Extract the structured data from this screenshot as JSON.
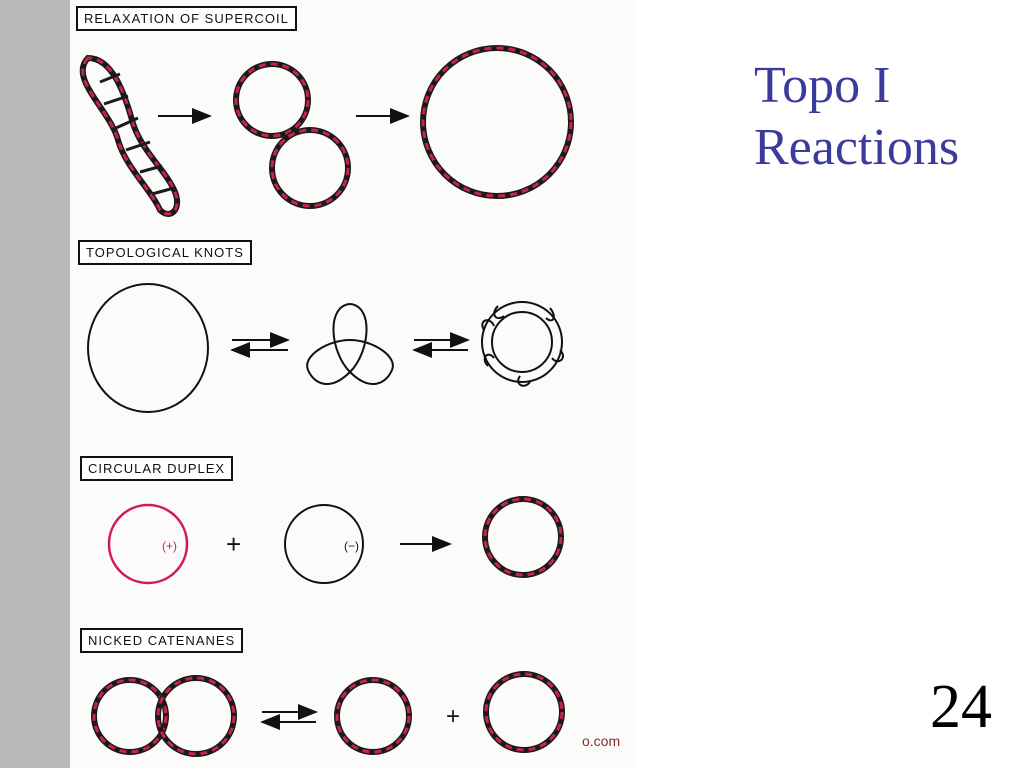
{
  "slide": {
    "title_line1": "Topo I",
    "title_line2": "Reactions",
    "number": "24",
    "footer_url": "o.com"
  },
  "sections": {
    "relaxation": {
      "label": "RELAXATION OF SUPERCOIL"
    },
    "knots": {
      "label": "TOPOLOGICAL KNOTS"
    },
    "duplex": {
      "label": "CIRCULAR DUPLEX",
      "plus_strand": "(+)",
      "minus_strand": "(−)",
      "operator": "+"
    },
    "catenanes": {
      "label": "NICKED CATENANES",
      "operator": "+"
    }
  },
  "colors": {
    "title": "#3b3b9d",
    "dna_red": "#c8234f",
    "dna_dark": "#1a1a1a",
    "plus_circle": "#d3195e",
    "footer": "#8b2c2c"
  }
}
